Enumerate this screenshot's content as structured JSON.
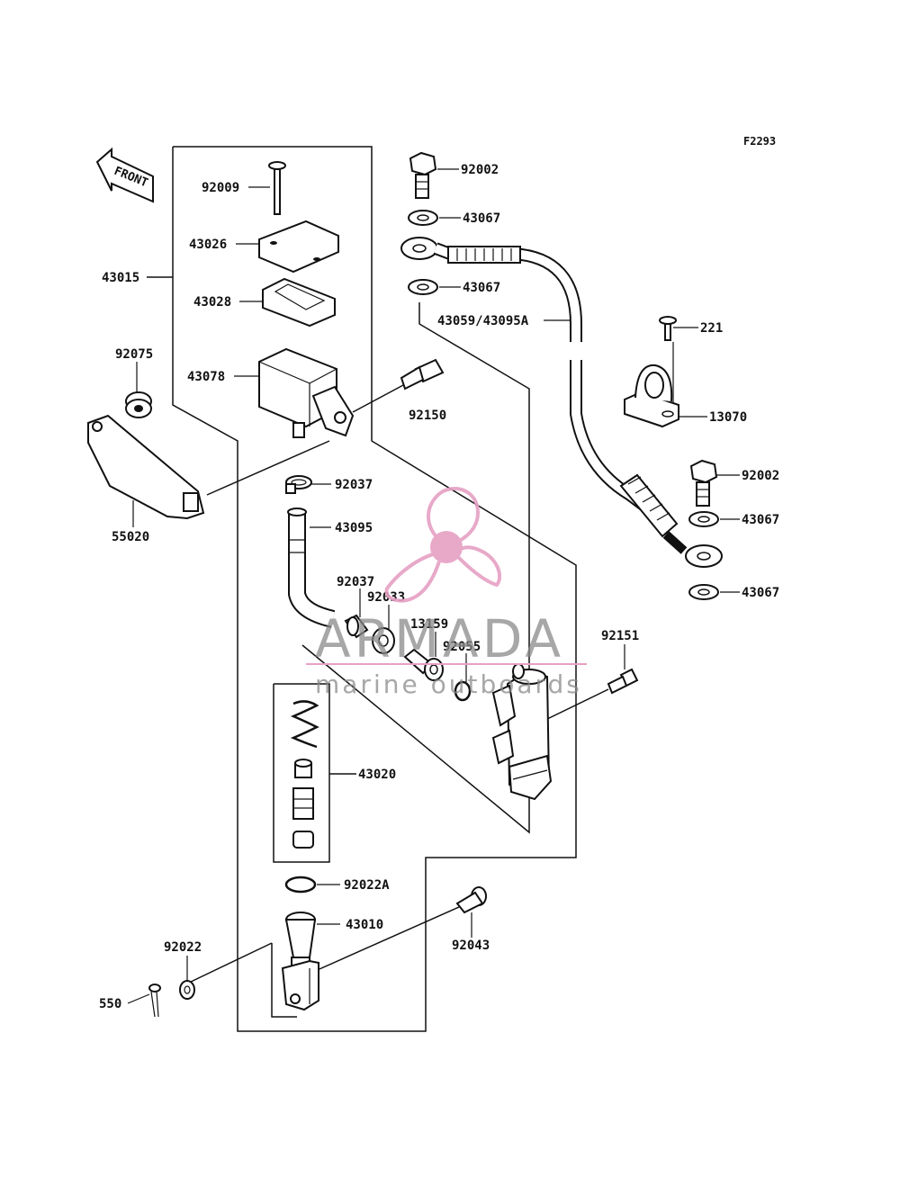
{
  "diagram_code": "F2293",
  "front_arrow_label": "FRONT",
  "watermark": {
    "brand": "ARMADA",
    "tagline": "marine outboards",
    "logo_color": "#e6a0c4",
    "text_color": "#8a8a8a"
  },
  "parts": {
    "p92009": "92009",
    "p43026": "43026",
    "p43015": "43015",
    "p43028": "43028",
    "p92075": "92075",
    "p43078": "43078",
    "p55020": "55020",
    "p92002a": "92002",
    "p43067a": "43067",
    "p43067b": "43067",
    "p43059": "43059/43095A",
    "p221": "221",
    "p13070": "13070",
    "p92150": "92150",
    "p92037a": "92037",
    "p43095": "43095",
    "p92002b": "92002",
    "p43067c": "43067",
    "p43067d": "43067",
    "p92037b": "92037",
    "p92033": "92033",
    "p13159": "13159",
    "p92055": "92055",
    "p92151": "92151",
    "p43020": "43020",
    "p92022A": "92022A",
    "p43010": "43010",
    "p92022": "92022",
    "p92043": "92043",
    "p550": "550"
  }
}
